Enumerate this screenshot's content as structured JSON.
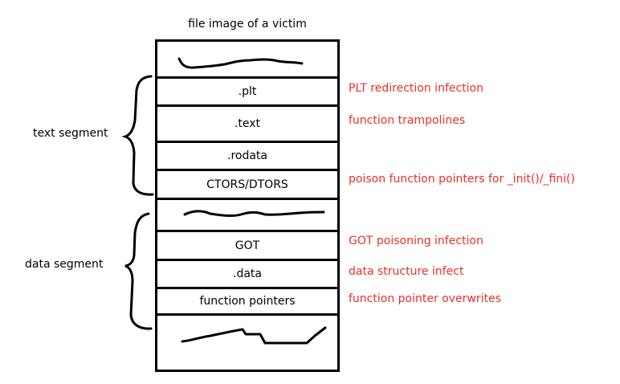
{
  "title": "file image of a victim",
  "segments": {
    "text": "text segment",
    "data": "data segment"
  },
  "rows": {
    "plt": ".plt",
    "text": ".text",
    "rodata": ".rodata",
    "ctors": "CTORS/DTORS",
    "got": "GOT",
    "data": ".data",
    "fptr": "function pointers"
  },
  "annotations": {
    "plt": "PLT redirection infection",
    "text": "function trampolines",
    "ctors": "poison function pointers for _init()/_fini()",
    "got": "GOT poisoning infection",
    "data": "data structure infect",
    "fptr": "function pointer overwrites"
  },
  "colors": {
    "annotation": "#e8302a",
    "lines": "#000000"
  }
}
